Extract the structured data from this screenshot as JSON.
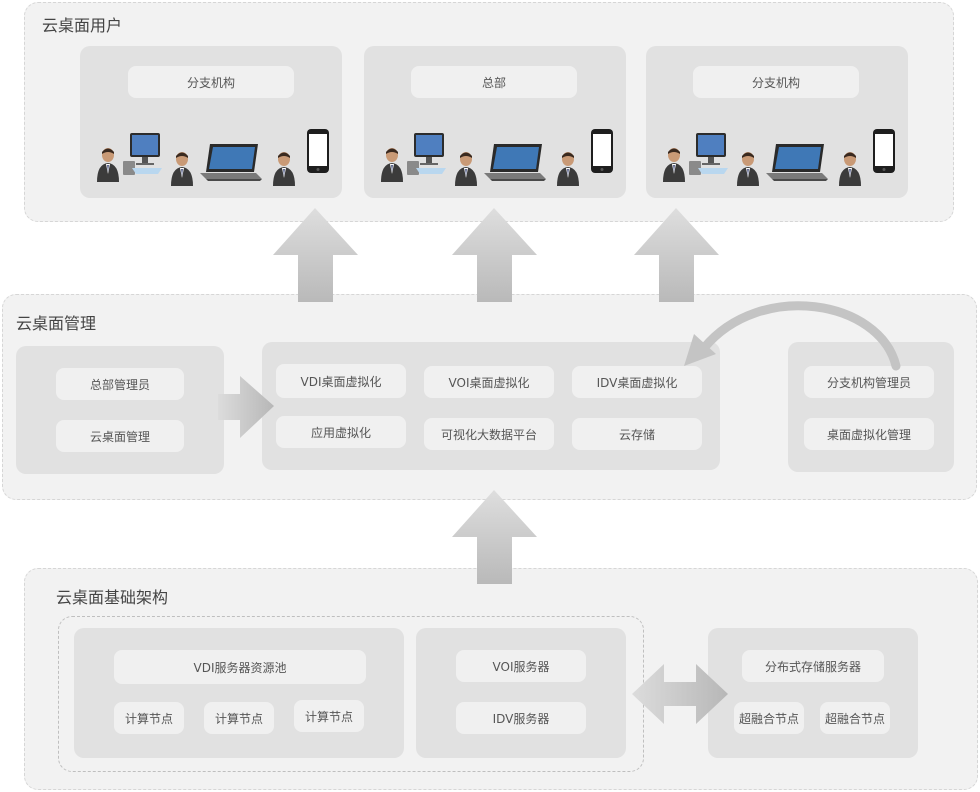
{
  "users_section": {
    "title": "云桌面用户",
    "groups": [
      {
        "label": "分支机构"
      },
      {
        "label": "总部"
      },
      {
        "label": "分支机构"
      }
    ],
    "device_icons": [
      "user-icon",
      "desktop-computer-icon",
      "user-icon",
      "laptop-icon",
      "user-icon",
      "smartphone-icon"
    ]
  },
  "management_section": {
    "title": "云桌面管理",
    "left_panel": [
      "总部管理员",
      "云桌面管理"
    ],
    "center_panel": [
      "VDI桌面虚拟化",
      "VOI桌面虚拟化",
      "IDV桌面虚拟化",
      "应用虚拟化",
      "可视化大数据平台",
      "云存储"
    ],
    "right_panel": [
      "分支机构管理员",
      "桌面虚拟化管理"
    ]
  },
  "infra_section": {
    "title": "云桌面基础架构",
    "vdi_pool": {
      "title": "VDI服务器资源池",
      "nodes": [
        "计算节点",
        "计算节点",
        "计算节点"
      ]
    },
    "servers": [
      "VOI服务器",
      "IDV服务器"
    ],
    "storage": {
      "title": "分布式存储服务器",
      "nodes": [
        "超融合节点",
        "超融合节点"
      ]
    }
  },
  "colors": {
    "section_bg": "#f2f2f2",
    "panel_bg": "#e1e1e1",
    "pill_bg": "#f0f0f0",
    "arrow": "#c8c8c8",
    "dashed_border": "#d6d6d6"
  }
}
